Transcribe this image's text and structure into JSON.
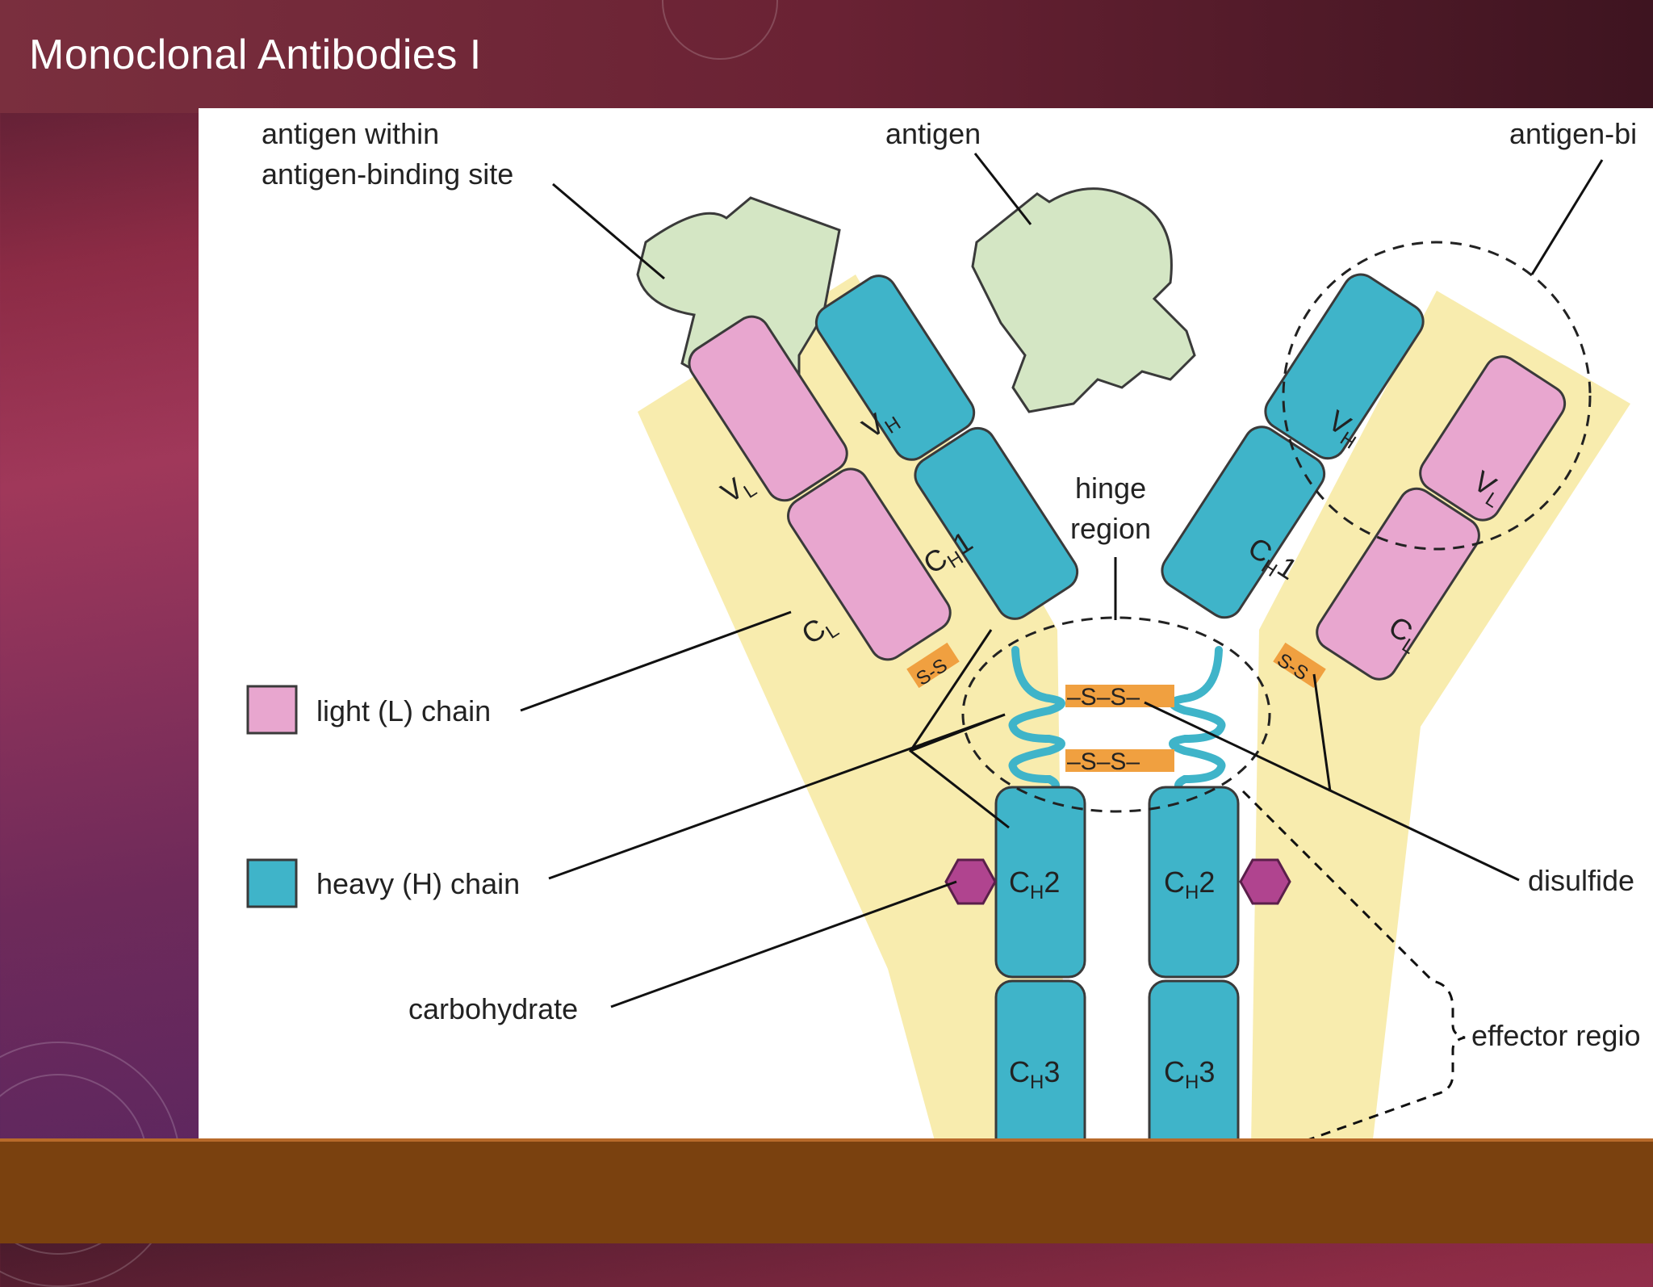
{
  "slide": {
    "title": "Monoclonal Antibodies I"
  },
  "diagram": {
    "labels": {
      "antigen_within_1": "antigen within",
      "antigen_within_2": "antigen-binding site",
      "antigen": "antigen",
      "antigen_binding_cut": "antigen-bi",
      "hinge_1": "hinge",
      "hinge_2": "region",
      "light_chain": "light (L) chain",
      "heavy_chain": "heavy (H) chain",
      "carbohydrate": "carbohydrate",
      "disulfide_cut": "disulfide",
      "effector_cut": "effector regio"
    },
    "domains": {
      "VH": "V",
      "VH_sub": "H",
      "VL": "V",
      "VL_sub": "L",
      "CH1": "C",
      "CH1_sub": "H",
      "CH1_num": "1",
      "CL": "C",
      "CL_sub": "L",
      "CH2": "C",
      "CH2_sub": "H",
      "CH2_num": "2",
      "CH3": "C",
      "CH3_sub": "H",
      "CH3_num": "3"
    },
    "bonds": {
      "ss": "S-S",
      "ss_hinge": "–S–S–"
    },
    "colors": {
      "light_chain": "#e8a6cf",
      "heavy_chain": "#3fb4c9",
      "antigen": "#d4e6c4",
      "halo": "#f7e9a0",
      "carbohydrate": "#b0448f",
      "disulfide": "#f0a040"
    }
  }
}
